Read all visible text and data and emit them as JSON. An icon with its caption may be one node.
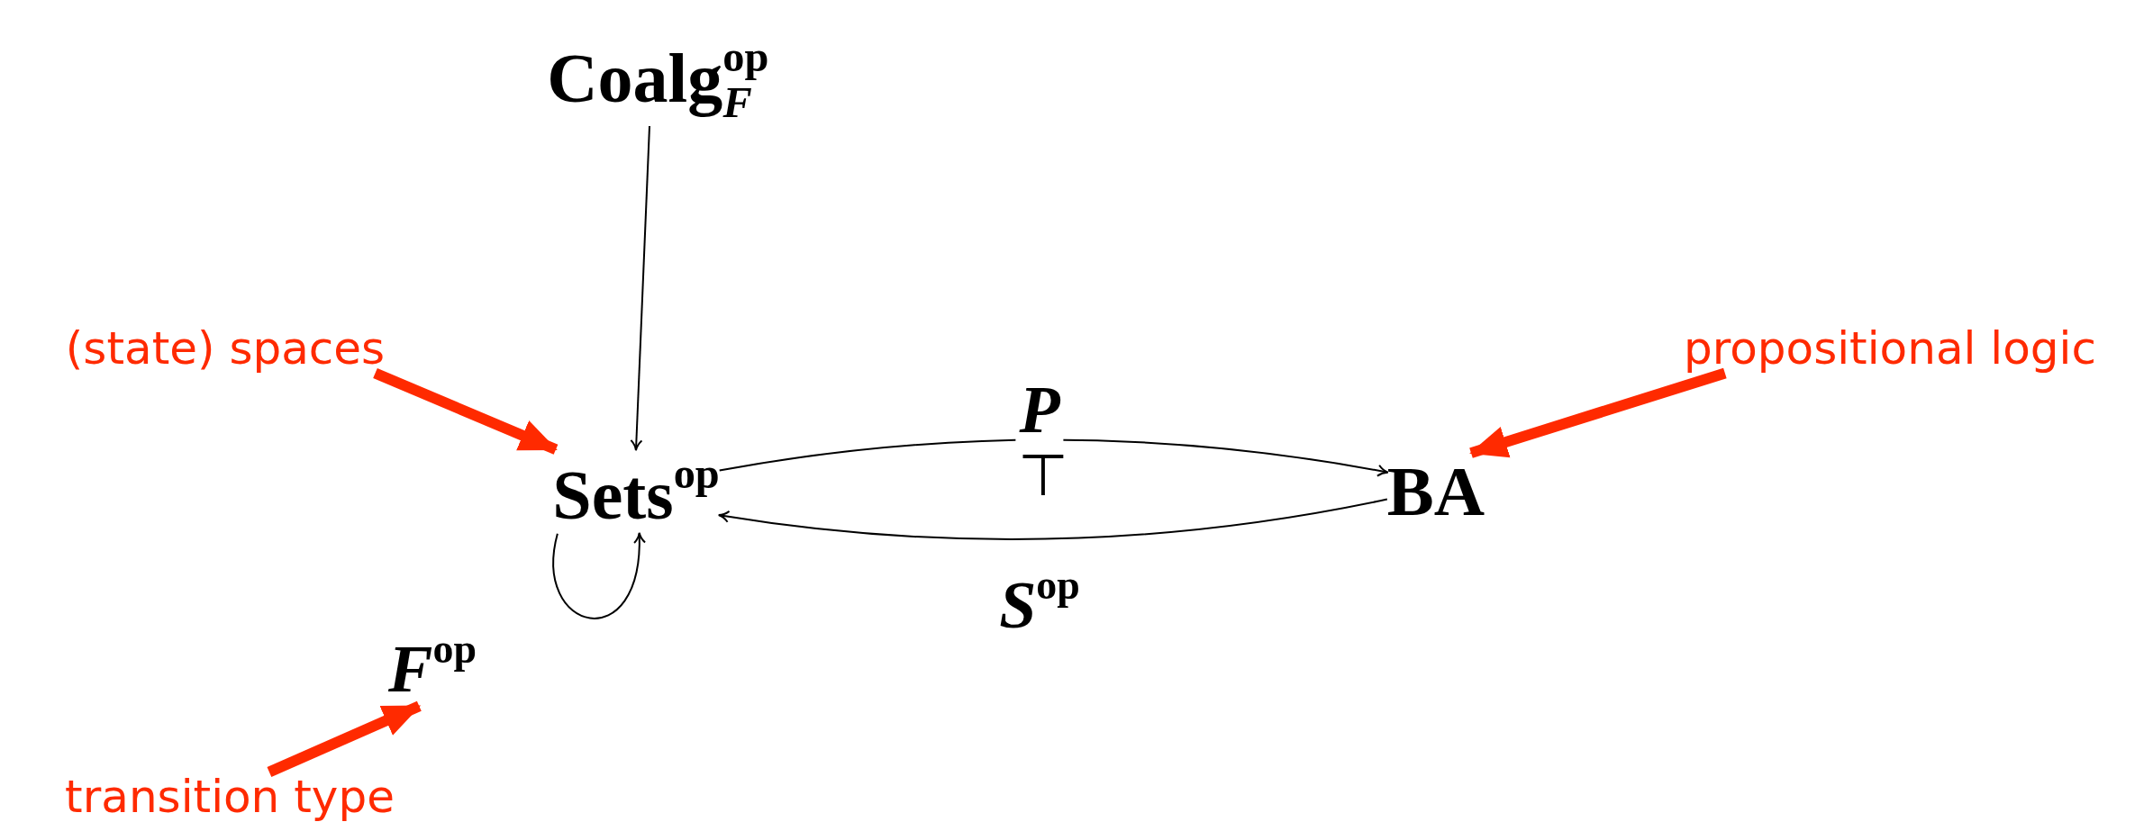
{
  "diagram": {
    "nodes": [
      {
        "text": [
          "Coalg$^{op}$$_{F}$"
        ]
      },
      {
        "text": [
          "Sets$^{op}$"
        ]
      },
      {
        "text": [
          "BA"
        ]
      },
      {
        "text": [
          "(state) spaces"
        ]
      },
      {
        "text": [
          "propositional logic"
        ]
      },
      {
        "text": [
          "transition type"
        ]
      },
      {
        "text": [
          "F$^{op}$"
        ]
      }
    ],
    "edges": [
      {
        "from": 0,
        "to": 1,
        "arrow": "to"
      },
      {
        "from": 1,
        "to": 2,
        "arrow": "to",
        "label": "P"
      },
      {
        "from": 2,
        "to": 1,
        "arrow": "to",
        "label": "S$^{op}$"
      },
      {
        "from": 1,
        "to": 1,
        "arrow": "to"
      },
      {
        "from": 3,
        "to": 1,
        "arrow": "to",
        "style": "thick",
        "color": "#ff2a00"
      },
      {
        "from": 4,
        "to": 2,
        "arrow": "to",
        "style": "thick",
        "color": "#ff2a00"
      },
      {
        "from": 5,
        "to": 6,
        "arrow": "to",
        "style": "thick",
        "color": "#ff2a00"
      }
    ],
    "labels": [
      "⊤"
    ]
  }
}
